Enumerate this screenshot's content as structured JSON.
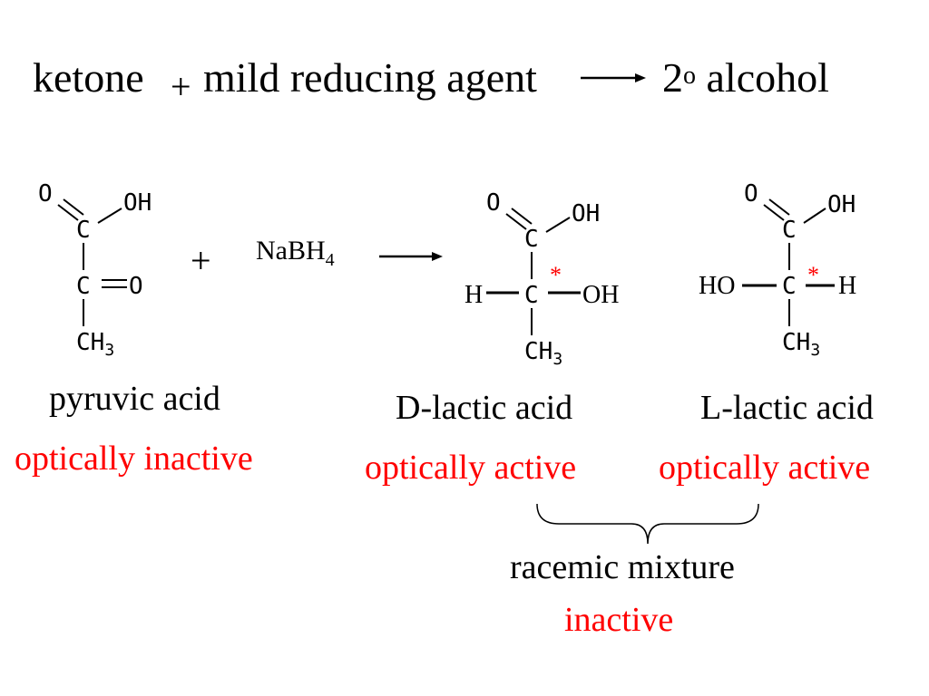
{
  "equation": {
    "reactant": "ketone",
    "plus": "+",
    "reagent": "mild reducing agent",
    "product_prefix": "2",
    "product_degree": "o",
    "product_suffix": " alcohol"
  },
  "reaction": {
    "plus": "+",
    "reagent_main": "NaBH",
    "reagent_sub": "4"
  },
  "atoms": {
    "O": "O",
    "OH": "OH",
    "C": "C",
    "CH3_main": "CH",
    "CH3_sub": "3",
    "H": "H",
    "HO": "HO",
    "star": "*"
  },
  "molecules": [
    {
      "name": "pyruvic acid",
      "activity": "optically inactive"
    },
    {
      "name": "D-lactic acid",
      "activity": "optically active"
    },
    {
      "name": "L-lactic acid",
      "activity": "optically active"
    }
  ],
  "mixture": {
    "label": "racemic mixture",
    "activity": "inactive"
  },
  "colors": {
    "text": "#000000",
    "highlight": "#ff0000"
  }
}
